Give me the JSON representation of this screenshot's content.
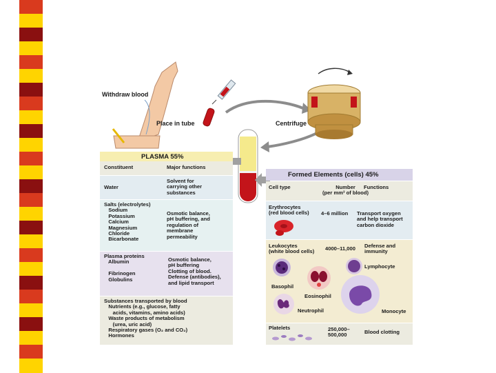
{
  "stripes": [
    "#d93a1e",
    "#ffd400",
    "#8a1010",
    "#ffd400",
    "#d93a1e",
    "#ffd400",
    "#8a1010",
    "#d93a1e",
    "#ffd400",
    "#8a1010",
    "#ffd400",
    "#d93a1e",
    "#ffd400",
    "#8a1010",
    "#d93a1e",
    "#ffd400",
    "#8a1010",
    "#ffd400",
    "#d93a1e",
    "#ffd400",
    "#8a1010",
    "#d93a1e",
    "#ffd400",
    "#8a1010",
    "#ffd400",
    "#d93a1e",
    "#ffd400"
  ],
  "process": {
    "withdraw": "Withdraw\nblood",
    "place": "Place in tube",
    "centrifuge": "Centrifuge"
  },
  "plasma": {
    "title": "PLASMA 55%",
    "col_constituent": "Constituent",
    "col_functions": "Major functions",
    "rows": [
      {
        "constituent": "Water",
        "functions": "Solvent for\ncarrying other\nsubstances"
      },
      {
        "constituent": "Salts (electrolytes)\n   Sodium\n   Potassium\n   Calcium\n   Magnesium\n   Chloride\n   Bicarbonate",
        "functions": "Osmotic balance,\npH buffering, and\nregulation of\nmembrane\npermeability"
      },
      {
        "constituent": "Plasma proteins\n   Albumin\n\n   Fibrinogen\n   Globulins",
        "functions": "Osmotic balance,\npH buffering\nClotting of blood.\nDefense (antibodies),\nand lipid transport"
      },
      {
        "constituent": "Substances transported by blood\n   Nutrients (e.g., glucose, fatty\n      acids, vitamins, amino acids)\n   Waste products of metabolism\n      (urea, uric acid)\n   Respiratory gases (O₂ and CO₂)\n   Hormones",
        "functions": ""
      }
    ]
  },
  "formed": {
    "title": "Formed Elements (cells) 45%",
    "col_type": "Cell type",
    "col_number": "Number\n(per mm³ of blood)",
    "col_functions": "Functions",
    "erythrocytes": {
      "type": "Erythrocytes\n(red blood cells)",
      "number": "4–6 million",
      "functions": "Transport oxygen\nand help transport\ncarbon dioxide"
    },
    "leukocytes": {
      "type": "Leukocytes\n(white blood cells)",
      "number": "4000–11,000",
      "functions": "Defense and\nimmunity"
    },
    "cells": {
      "lymphocyte": "Lymphocyte",
      "basophil": "Basophil",
      "eosinophil": "Eosinophil",
      "neutrophil": "Neutrophil",
      "monocyte": "Monocyte"
    },
    "platelets": {
      "type": "Platelets",
      "number": "250,000–\n500,000",
      "functions": "Blood clotting"
    }
  }
}
